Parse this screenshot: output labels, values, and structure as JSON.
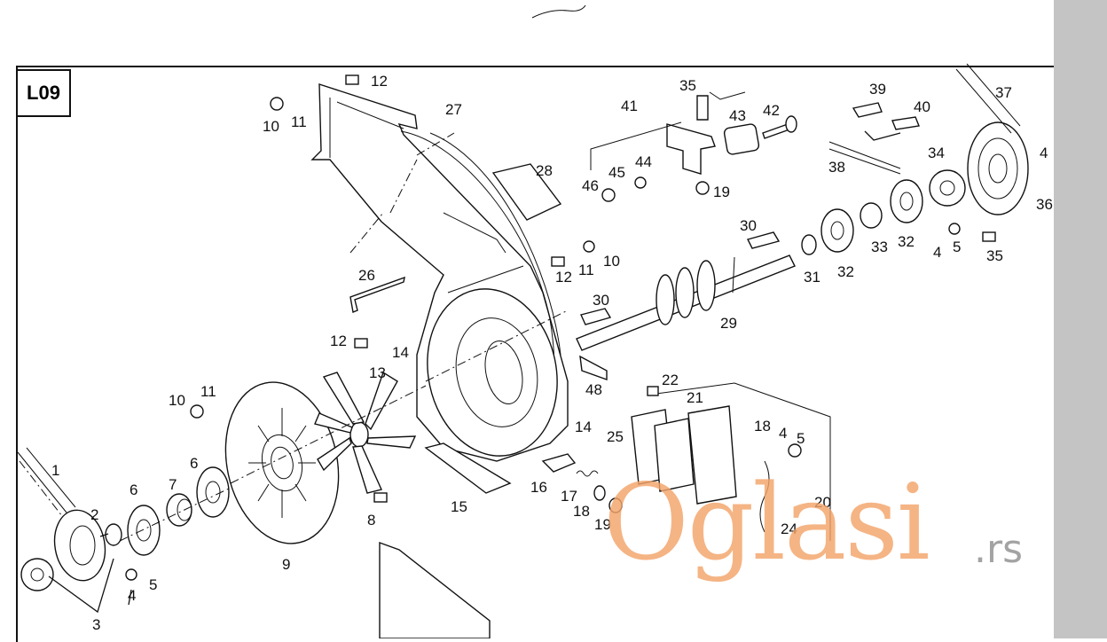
{
  "diagram": {
    "section_code": "L09",
    "labels": [
      {
        "id": "l12a",
        "text": "12"
      },
      {
        "id": "l10a",
        "text": "10"
      },
      {
        "id": "l11a",
        "text": "11"
      },
      {
        "id": "l27",
        "text": "27"
      },
      {
        "id": "l28",
        "text": "28"
      },
      {
        "id": "l26",
        "text": "26"
      },
      {
        "id": "l35a",
        "text": "35"
      },
      {
        "id": "l41",
        "text": "41"
      },
      {
        "id": "l43",
        "text": "43"
      },
      {
        "id": "l42",
        "text": "42"
      },
      {
        "id": "l46",
        "text": "46"
      },
      {
        "id": "l45",
        "text": "45"
      },
      {
        "id": "l44",
        "text": "44"
      },
      {
        "id": "l19a",
        "text": "19"
      },
      {
        "id": "l39",
        "text": "39"
      },
      {
        "id": "l40",
        "text": "40"
      },
      {
        "id": "l38",
        "text": "38"
      },
      {
        "id": "l37",
        "text": "37"
      },
      {
        "id": "l34",
        "text": "34"
      },
      {
        "id": "l4a",
        "text": "4"
      },
      {
        "id": "l36",
        "text": "36"
      },
      {
        "id": "l35b",
        "text": "35"
      },
      {
        "id": "l4b",
        "text": "4"
      },
      {
        "id": "l5a",
        "text": "5"
      },
      {
        "id": "l32a",
        "text": "32"
      },
      {
        "id": "l33",
        "text": "33"
      },
      {
        "id": "l32b",
        "text": "32"
      },
      {
        "id": "l31",
        "text": "31"
      },
      {
        "id": "l30a",
        "text": "30"
      },
      {
        "id": "l12b",
        "text": "12"
      },
      {
        "id": "l11b",
        "text": "11"
      },
      {
        "id": "l10b",
        "text": "10"
      },
      {
        "id": "l30b",
        "text": "30"
      },
      {
        "id": "l29",
        "text": "29"
      },
      {
        "id": "l12c",
        "text": "12"
      },
      {
        "id": "l14a",
        "text": "14"
      },
      {
        "id": "l13",
        "text": "13"
      },
      {
        "id": "l48",
        "text": "48"
      },
      {
        "id": "l10c",
        "text": "10"
      },
      {
        "id": "l11c",
        "text": "11"
      },
      {
        "id": "l22",
        "text": "22"
      },
      {
        "id": "l21",
        "text": "21"
      },
      {
        "id": "l14b",
        "text": "14"
      },
      {
        "id": "l25",
        "text": "25"
      },
      {
        "id": "l18a",
        "text": "18"
      },
      {
        "id": "l4c",
        "text": "4"
      },
      {
        "id": "l5b",
        "text": "5"
      },
      {
        "id": "l1",
        "text": "1"
      },
      {
        "id": "l6a",
        "text": "6"
      },
      {
        "id": "l7",
        "text": "7"
      },
      {
        "id": "l6b",
        "text": "6"
      },
      {
        "id": "l2",
        "text": "2"
      },
      {
        "id": "l16",
        "text": "16"
      },
      {
        "id": "l17",
        "text": "17"
      },
      {
        "id": "l18b",
        "text": "18"
      },
      {
        "id": "l15",
        "text": "15"
      },
      {
        "id": "l19b",
        "text": "19"
      },
      {
        "id": "l20",
        "text": "20"
      },
      {
        "id": "l8",
        "text": "8"
      },
      {
        "id": "l9",
        "text": "9"
      },
      {
        "id": "l4d",
        "text": "4"
      },
      {
        "id": "l5c",
        "text": "5"
      },
      {
        "id": "l3",
        "text": "3"
      },
      {
        "id": "l24",
        "text": "24"
      }
    ]
  },
  "watermark": {
    "brand": "Oglasi",
    "tld": ".rs",
    "colors": {
      "brand": "#f4a46a",
      "tld": "#9a9a9a"
    }
  }
}
